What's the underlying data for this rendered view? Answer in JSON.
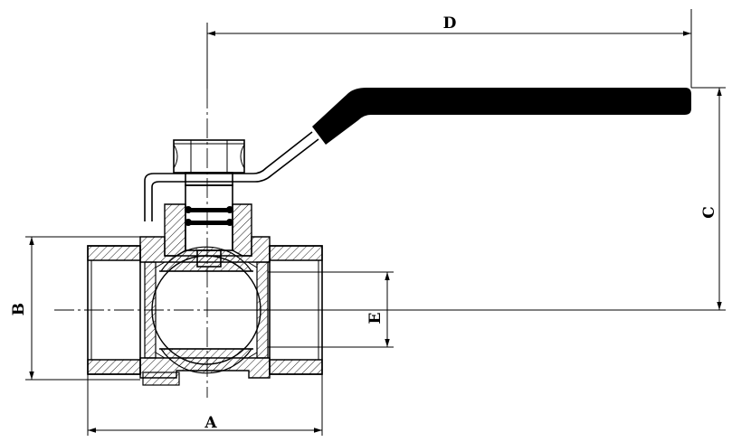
{
  "dimensions": {
    "a": "A",
    "b": "B",
    "c": "C",
    "d": "D",
    "e": "E"
  },
  "colors": {
    "line": "#000000",
    "background": "#ffffff",
    "handle": "#000000"
  }
}
